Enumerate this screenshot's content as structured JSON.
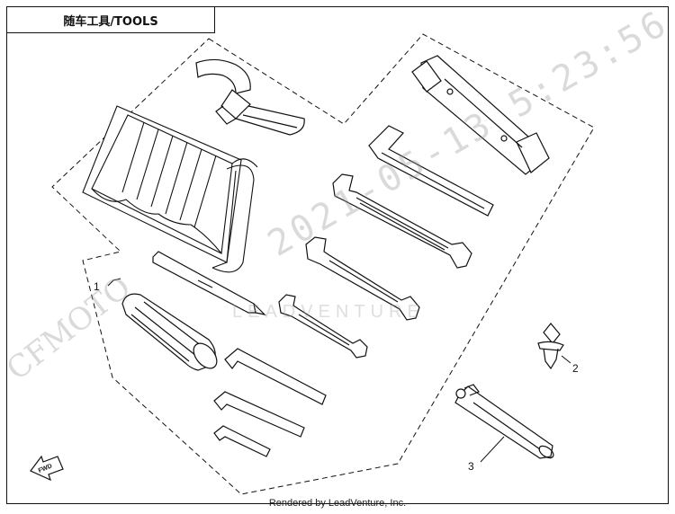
{
  "title": "随车工具/TOOLS",
  "footer": "Rendered by LeadVenture, Inc.",
  "callouts": {
    "c1": "1",
    "c2": "2",
    "c3": "3"
  },
  "fwd_label": "FWD",
  "watermarks": {
    "brand": "CFMOTO",
    "date": "2021-05-13  5:23:56",
    "lead": "LEADVENTURE"
  }
}
